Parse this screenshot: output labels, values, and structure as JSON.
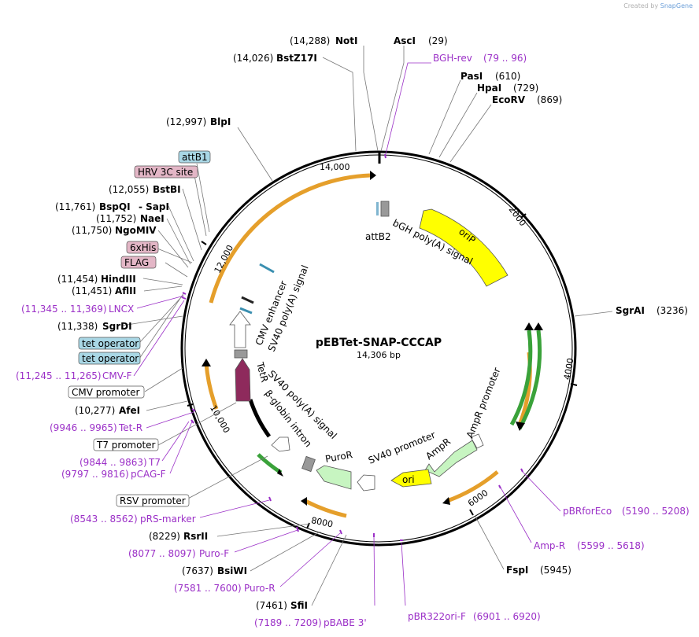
{
  "header": {
    "created_by": "Created by",
    "brand": "SnapGene"
  },
  "plasmid": {
    "name": "pEBTet-SNAP-CCCAP",
    "length_label": "14,306 bp",
    "length": 14306
  },
  "tick_labels": [
    "2000",
    "4000",
    "6000",
    "8000",
    "10,000",
    "12,000",
    "14,000"
  ],
  "enzymes": [
    {
      "name": "AscI",
      "pos": "(29)"
    },
    {
      "name": "PasI",
      "pos": "(610)"
    },
    {
      "name": "HpaI",
      "pos": "(729)"
    },
    {
      "name": "EcoRV",
      "pos": "(869)"
    },
    {
      "name": "SgrAI",
      "pos": "(3236)"
    },
    {
      "name": "FspI",
      "pos": "(5945)"
    },
    {
      "name": "SfiI",
      "pos": "(7461)"
    },
    {
      "name": "BsiWI",
      "pos": "(7637)"
    },
    {
      "name": "RsrII",
      "pos": "(8229)"
    },
    {
      "name": "AfeI",
      "pos": "(10,277)"
    },
    {
      "name": "SgrDI",
      "pos": "(11,338)"
    },
    {
      "name": "AflII",
      "pos": "(11,451)"
    },
    {
      "name": "HindIII",
      "pos": "(11,454)"
    },
    {
      "name": "NgoMIV",
      "pos": "(11,750)"
    },
    {
      "name": "NaeI",
      "pos": "(11,752)"
    },
    {
      "name": "BspQI",
      "pos": "(11,761)",
      "alt": "- SapI"
    },
    {
      "name": "BstBI",
      "pos": "(12,055)"
    },
    {
      "name": "BlpI",
      "pos": "(12,997)"
    },
    {
      "name": "BstZ17I",
      "pos": "(14,026)"
    },
    {
      "name": "NotI",
      "pos": "(14,288)"
    }
  ],
  "primers": [
    {
      "name": "BGH-rev",
      "pos": "(79 .. 96)"
    },
    {
      "name": "pBRforEco",
      "pos": "(5190 .. 5208)"
    },
    {
      "name": "Amp-R",
      "pos": "(5599 .. 5618)"
    },
    {
      "name": "pBR322ori-F",
      "pos": "(6901 .. 6920)"
    },
    {
      "name": "pBABE 3'",
      "pos": "(7189 .. 7209)"
    },
    {
      "name": "Puro-R",
      "pos": "(7581 .. 7600)"
    },
    {
      "name": "Puro-F",
      "pos": "(8077 .. 8097)"
    },
    {
      "name": "pRS-marker",
      "pos": "(8543 .. 8562)"
    },
    {
      "name": "pCAG-F",
      "pos": "(9797 .. 9816)"
    },
    {
      "name": "T7",
      "pos": "(9844 .. 9863)"
    },
    {
      "name": "Tet-R",
      "pos": "(9946 .. 9965)"
    },
    {
      "name": "CMV-F",
      "pos": "(11,245 .. 11,265)"
    },
    {
      "name": "LNCX",
      "pos": "(11,345 .. 11,369)"
    }
  ],
  "boxed_features": [
    "attB1",
    "HRV 3C site",
    "6xHis",
    "FLAG",
    "tet operator",
    "tet operator",
    "CMV promoter",
    "T7 promoter",
    "RSV promoter"
  ],
  "inner_features": [
    "bGH poly(A) signal",
    "attB2",
    "oriP",
    "AmpR promoter",
    "AmpR",
    "ori",
    "SV40 promoter",
    "PuroR",
    "SV40 poly(A) signal",
    "β-globin intron",
    "TetR",
    "CMV enhancer",
    "SV40 poly(A) signal"
  ],
  "colors": {
    "backbone": "#000000",
    "enzyme": "#000000",
    "primer": "#9b30c7",
    "oriP": "#ffff00",
    "ampR": "#c7f5c1",
    "ori": "#ffff00",
    "puroR": "#c7f5c1",
    "tetR": "#8e2a5c",
    "orf_orange": "#e59f2b",
    "orf_green": "#3aa23a",
    "boxed_blue": "#a9d7e5",
    "boxed_pink": "#e3b6c6"
  }
}
